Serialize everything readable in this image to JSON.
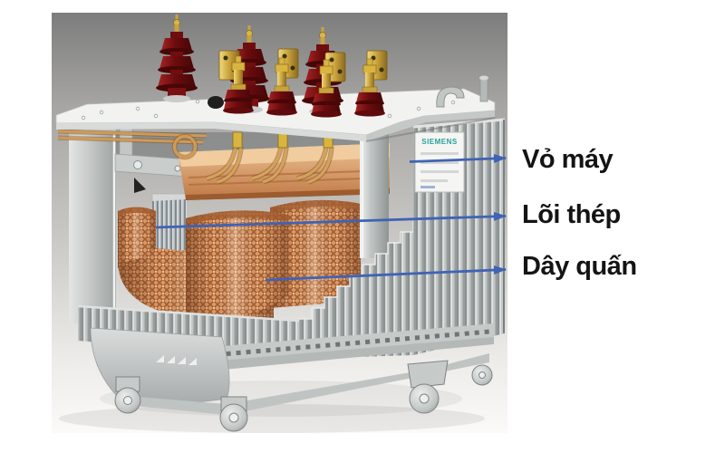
{
  "figure": {
    "callouts": [
      {
        "text": "Vỏ máy"
      },
      {
        "text": "Lõi thép"
      },
      {
        "text": "Dây quấn"
      }
    ],
    "nameplate": {
      "brand": "SIEMENS"
    },
    "colors": {
      "arrow_blue": "#3f63b5",
      "label_text": "#141414",
      "photo_bg_top": "#7f7f7f",
      "copper_winding": "#dd9763",
      "bushing_red": "#6b0c0e",
      "brass_yellow": "#d9b540",
      "fin_gray": "#b2b8b7",
      "lid_white": "#f2f3f1",
      "nameplate_teal": "#29a09a"
    },
    "parts": [
      "hv-bushing",
      "lv-bushing",
      "tank-lid",
      "copper-busbar",
      "steel-core",
      "copper-winding",
      "radiator-fins",
      "nameplate",
      "base-frame",
      "caster-wheel"
    ]
  }
}
